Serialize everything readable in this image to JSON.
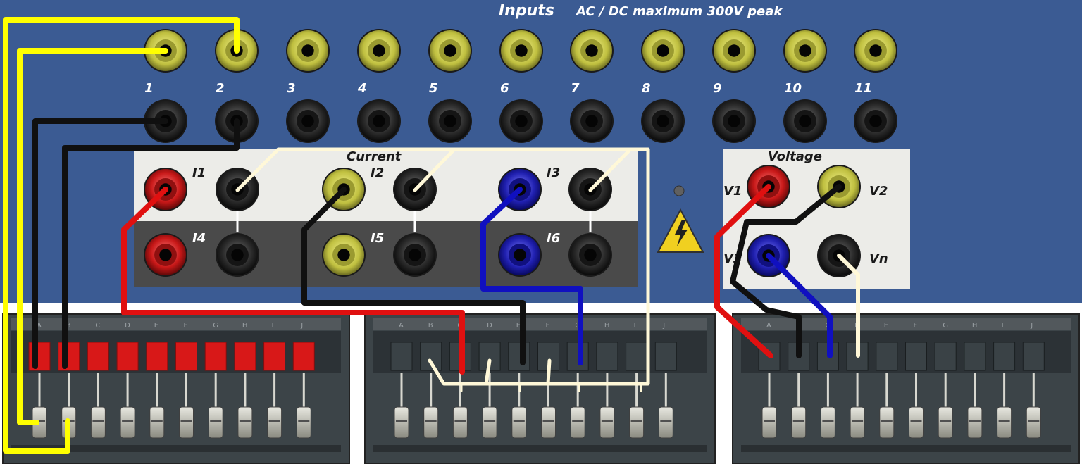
{
  "panel": {
    "title": "Inputs",
    "subtitle": "AC / DC maximum 300V peak",
    "background_color": "#3a5a92"
  },
  "inputs": {
    "numbers": [
      "1",
      "2",
      "3",
      "4",
      "5",
      "6",
      "7",
      "8",
      "9",
      "10",
      "11"
    ]
  },
  "current_group": {
    "title": "Current",
    "labels": [
      "I1",
      "I2",
      "I3",
      "I4",
      "I5",
      "I6"
    ]
  },
  "voltage_group": {
    "title": "Voltage",
    "labels": [
      "V1",
      "V2",
      "V3",
      "Vn"
    ]
  },
  "terminal_blocks": {
    "letters": [
      "A",
      "B",
      "C",
      "D",
      "E",
      "F",
      "G",
      "H",
      "I",
      "J"
    ]
  },
  "colors": {
    "red": "#e01010",
    "yellow": "#ffff00",
    "black": "#101010",
    "blue": "#1010c0",
    "cream": "#fff8d8",
    "socket_yellow": "#c8c848",
    "socket_red": "#c81818",
    "socket_blue": "#2020b0"
  }
}
